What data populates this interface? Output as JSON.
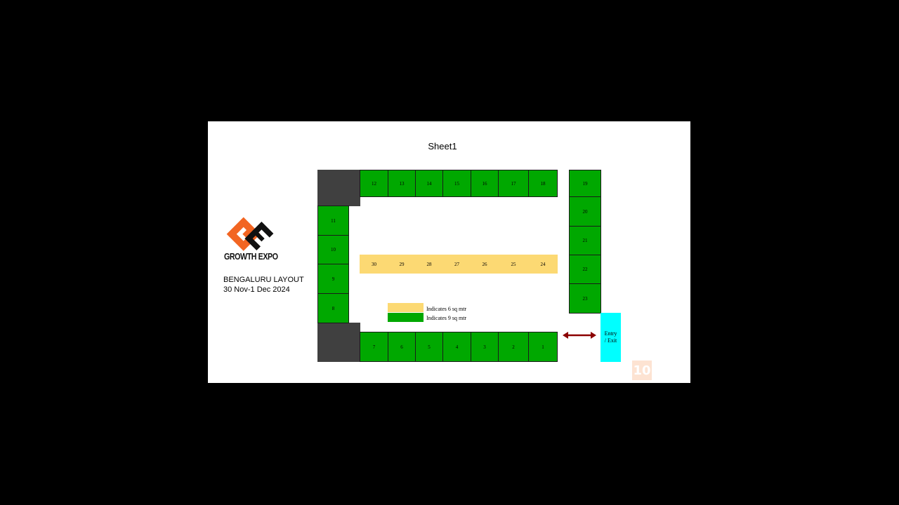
{
  "sheet_title": "Sheet1",
  "logo_text": "GROWTH EXPO",
  "layout_label": {
    "line1": "BENGALURU LAYOUT",
    "line2": "30 Nov-1 Dec 2024"
  },
  "booths": {
    "top_row": [
      "12",
      "13",
      "14",
      "15",
      "16",
      "17",
      "18"
    ],
    "right_column": [
      "19",
      "20",
      "21",
      "22",
      "23"
    ],
    "left_column": [
      "11",
      "10",
      "9",
      "8"
    ],
    "middle_row": [
      "30",
      "29",
      "28",
      "27",
      "26",
      "25",
      "24"
    ],
    "bottom_row": [
      "7",
      "6",
      "5",
      "4",
      "3",
      "2",
      "1"
    ]
  },
  "legend": {
    "six_sq": "Indicates 6 sq mtr",
    "nine_sq": "Indicates 9 sq mtr"
  },
  "entry_label": {
    "line1": "Entry",
    "line2": "/ Exit"
  },
  "page_number": "10",
  "colors": {
    "booth_9sqm": "#00a800",
    "booth_6sqm": "#fcd973",
    "entry": "#00ffff",
    "corner_blocks": "#404040",
    "arrow": "#8b0000",
    "logo_orange": "#f26522"
  }
}
